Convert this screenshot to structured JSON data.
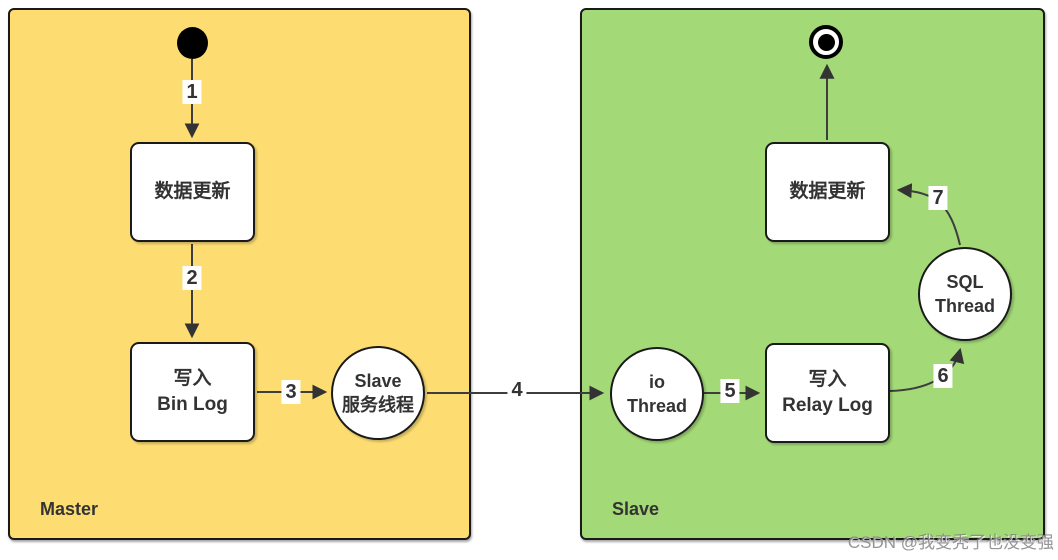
{
  "diagram": {
    "title_context": "MySQL master-slave replication flow",
    "watermark": "CSDN @我变秃了也没变强",
    "colors": {
      "master_fill": "#FDDD71",
      "slave_fill": "#A3D977",
      "node_fill": "#FFFFFF",
      "border": "#1A1A1A",
      "text": "#333333"
    },
    "master": {
      "label": "Master",
      "update_box": "数据更新",
      "binlog_line1": "写入",
      "binlog_line2": "Bin Log",
      "slave_thread_line1": "Slave",
      "slave_thread_line2": "服务线程"
    },
    "slave": {
      "label": "Slave",
      "io_line1": "io",
      "io_line2": "Thread",
      "relay_line1": "写入",
      "relay_line2": "Relay Log",
      "sql_line1": "SQL",
      "sql_line2": "Thread",
      "update_box": "数据更新"
    },
    "edge_labels": {
      "e1": "1",
      "e2": "2",
      "e3": "3",
      "e4": "4",
      "e5": "5",
      "e6": "6",
      "e7": "7"
    }
  }
}
